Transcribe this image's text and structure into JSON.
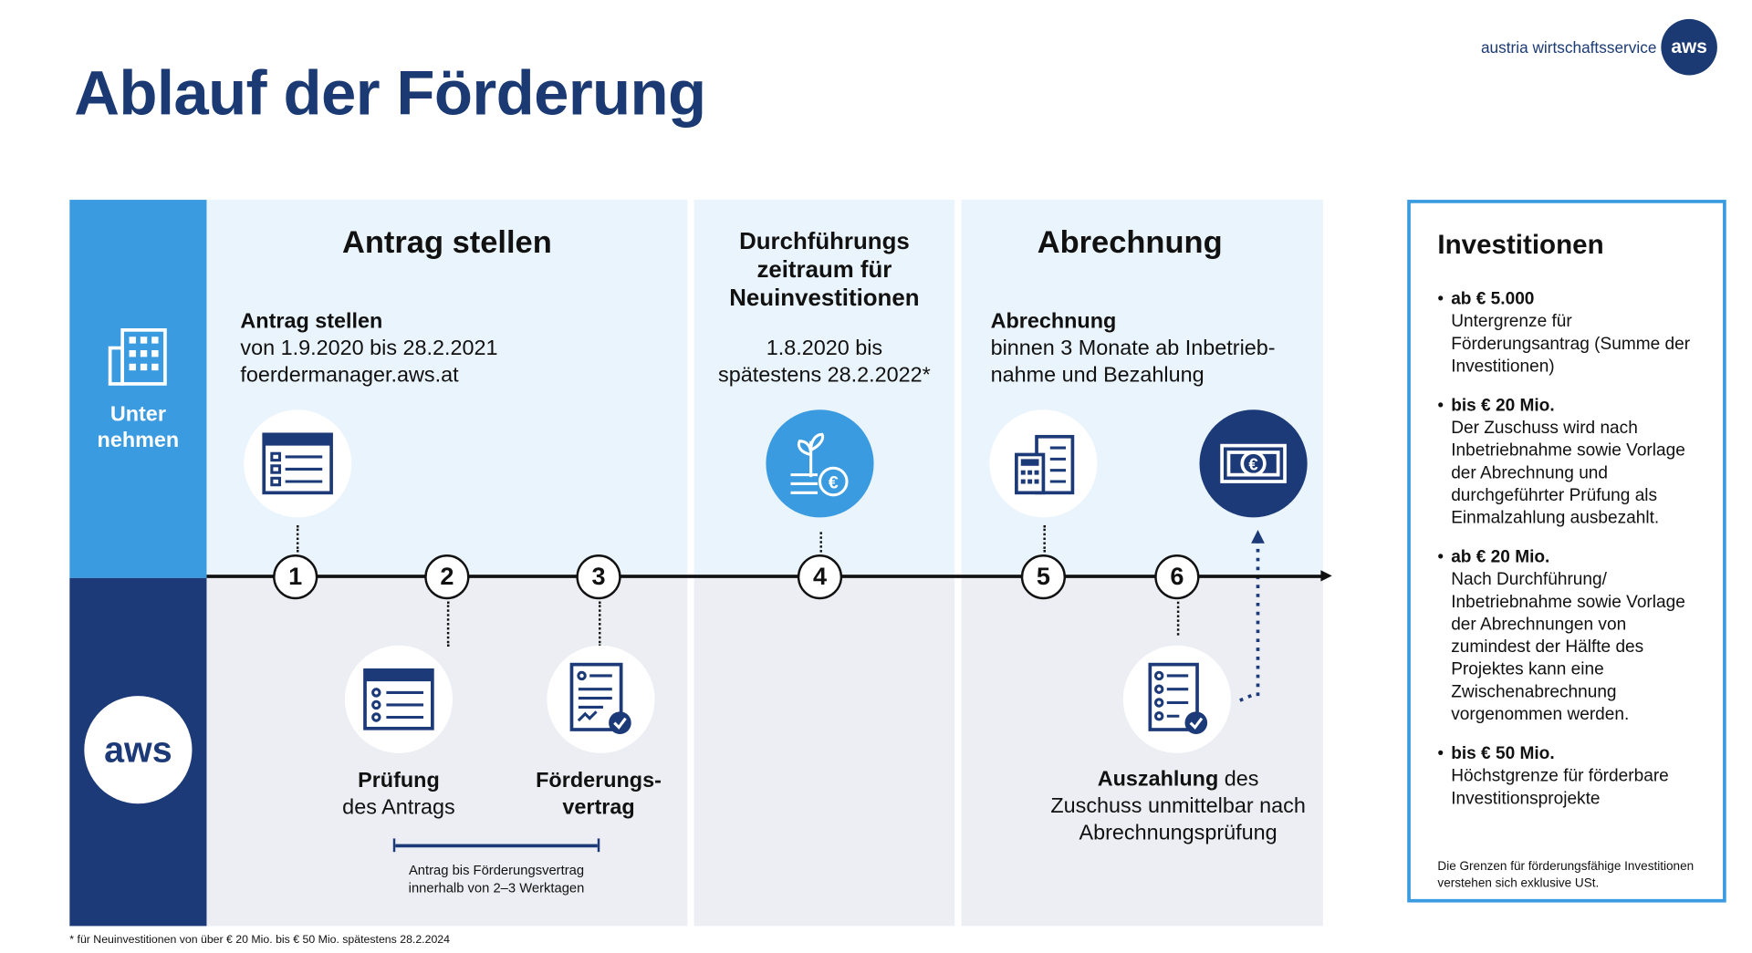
{
  "title": "Ablauf der Förderung",
  "logo": {
    "text": "austria wirtschaftsservice",
    "mark": "aws"
  },
  "lanes": {
    "company": "Unter nehmen",
    "company_l1": "Unter",
    "company_l2": "nehmen",
    "aws": "aws"
  },
  "colors": {
    "navy": "#1d3a78",
    "blue": "#3b9be0",
    "light": "#eaf4fc",
    "gray": "#eceef3"
  },
  "phases": {
    "antrag": {
      "heading": "Antrag stellen",
      "sub_title": "Antrag stellen",
      "line1": "von 1.9.2020 bis 28.2.2021",
      "line2": "foerdermanager.aws.at"
    },
    "durchfuehrung": {
      "h1": "Durchführungs",
      "h2": "zeitraum für",
      "h3": "Neuinvestitionen",
      "line1": "1.8.2020 bis",
      "line2": "spätestens 28.2.2022*"
    },
    "abrechnung": {
      "heading": "Abrechnung",
      "sub_title": "Abrechnung",
      "line1": "binnen 3 Monate ab Inbetrieb-",
      "line2": "nahme und Bezahlung"
    }
  },
  "steps": [
    "1",
    "2",
    "3",
    "4",
    "5",
    "6"
  ],
  "aws_steps": {
    "pruefung_1": "Prüfung",
    "pruefung_2": "des Antrags",
    "vertrag_1": "Förderungs-",
    "vertrag_2": "vertrag",
    "auszahlung_bold": "Auszahlung",
    "auszahlung_rest": " des",
    "auszahlung_2": "Zuschuss unmittelbar nach",
    "auszahlung_3": "Abrechnungsprüfung",
    "duration_1": "Antrag bis Förderungsvertrag",
    "duration_2": "innerhalb von 2–3 Werktagen"
  },
  "investitionen": {
    "title": "Investitionen",
    "items": [
      {
        "head": "ab € 5.000",
        "text": "Untergrenze für Förderungsantrag (Summe der Investitionen)"
      },
      {
        "head": "bis € 20 Mio.",
        "text": "Der Zuschuss wird nach Inbetriebnahme sowie Vorlage der Abrechnung und durchgeführter Prüfung als Einmalzahlung ausbezahlt."
      },
      {
        "head": "ab € 20 Mio.",
        "text": "Nach Durchführung/ Inbetriebnahme sowie Vorlage der Abrechnungen von zumindest der Hälfte des Projektes kann eine Zwischenabrechnung vorgenommen werden."
      },
      {
        "head": "bis € 50 Mio.",
        "text": "Höchstgrenze für förderbare Investitionsprojekte"
      }
    ],
    "note": "Die Grenzen für förderungsfähige Investitionen verstehen sich exklusive USt."
  },
  "footnote": "* für Neuinvestitionen von über € 20 Mio. bis € 50 Mio. spätestens 28.2.2024"
}
